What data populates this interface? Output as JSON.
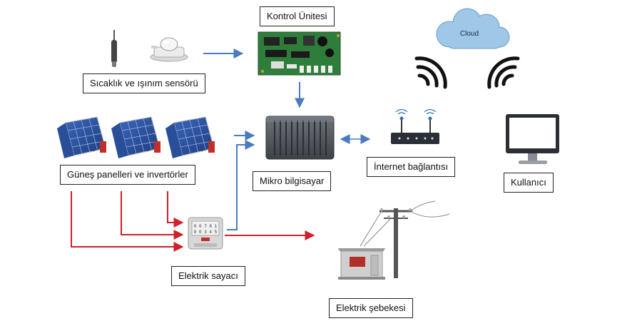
{
  "labels": {
    "kontrol": "Kontrol Ünitesi",
    "sensor": "Sıcaklık ve ışınım sensörü",
    "gunes": "Güneş panelleri ve invertörler",
    "mikro": "Mikro bilgisayar",
    "internet": "İnternet bağlantısı",
    "kullanici": "Kullanıcı",
    "sayac": "Elektrik sayacı",
    "sebeke": "Elektrik şebekesi"
  },
  "cloud_text": "Cloud",
  "colors": {
    "data_arrow": "#4a7abf",
    "power_arrow": "#d0202a",
    "cloud_fill": "#9ec7e8",
    "board_green": "#2f7d3a",
    "panel_blue": "#2a4f9a",
    "inverter_red": "#c0302a",
    "label_border": "#222222"
  },
  "icons": [
    "temperature-probe-icon",
    "pyranometer-icon",
    "control-board-icon",
    "cloud-icon",
    "wifi-signal-icon",
    "solar-panel-icon",
    "inverter-icon",
    "mini-computer-icon",
    "router-icon",
    "monitor-icon",
    "electric-meter-icon",
    "power-pole-icon",
    "transformer-icon"
  ]
}
